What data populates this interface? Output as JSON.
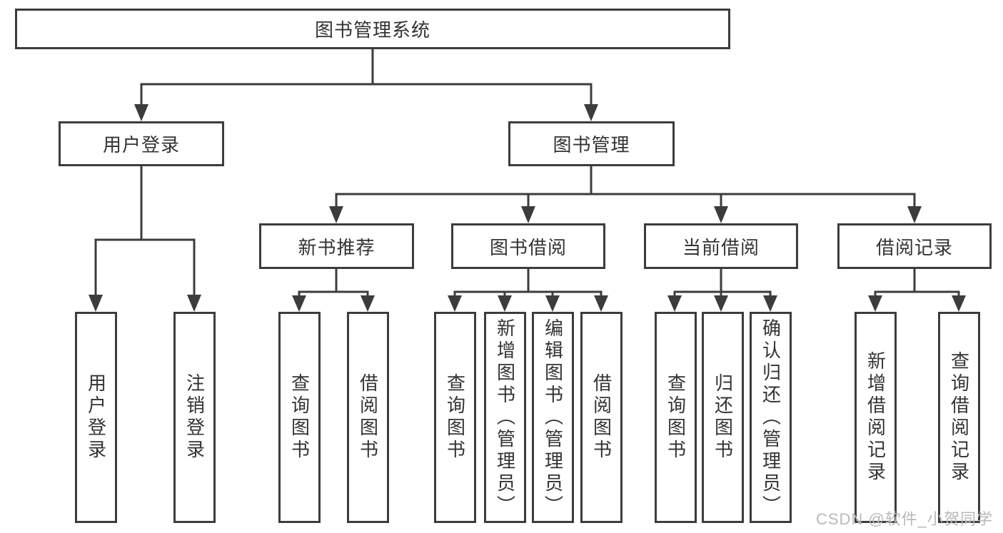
{
  "diagram": {
    "title_node": {
      "label": "图书管理系统"
    },
    "level2": [
      {
        "label": "用户登录"
      },
      {
        "label": "图书管理"
      }
    ],
    "level3": [
      {
        "label": "新书推荐"
      },
      {
        "label": "图书借阅"
      },
      {
        "label": "当前借阅"
      },
      {
        "label": "借阅记录"
      }
    ],
    "leaves": [
      {
        "label": "用户登录",
        "parent": "用户登录"
      },
      {
        "label": "注销登录",
        "parent": "用户登录"
      },
      {
        "label": "查询图书",
        "parent": "新书推荐"
      },
      {
        "label": "借阅图书",
        "parent": "新书推荐"
      },
      {
        "label": "查询图书",
        "parent": "图书借阅"
      },
      {
        "label": "新增图书（管理员）",
        "parent": "图书借阅"
      },
      {
        "label": "编辑图书（管理员）",
        "parent": "图书借阅"
      },
      {
        "label": "借阅图书",
        "parent": "图书借阅"
      },
      {
        "label": "查询图书",
        "parent": "当前借阅"
      },
      {
        "label": "归还图书",
        "parent": "当前借阅"
      },
      {
        "label": "确认归还（管理员）",
        "parent": "当前借阅"
      },
      {
        "label": "新增借阅记录",
        "parent": "借阅记录"
      },
      {
        "label": "查询借阅记录",
        "parent": "借阅记录"
      }
    ],
    "watermark": "CSDN @软件_小贺同学"
  },
  "colors": {
    "line": "#3c3c3c",
    "border": "#3c3c3c",
    "text": "#333333",
    "watermark": "#b9b9b9",
    "background": "#ffffff"
  }
}
